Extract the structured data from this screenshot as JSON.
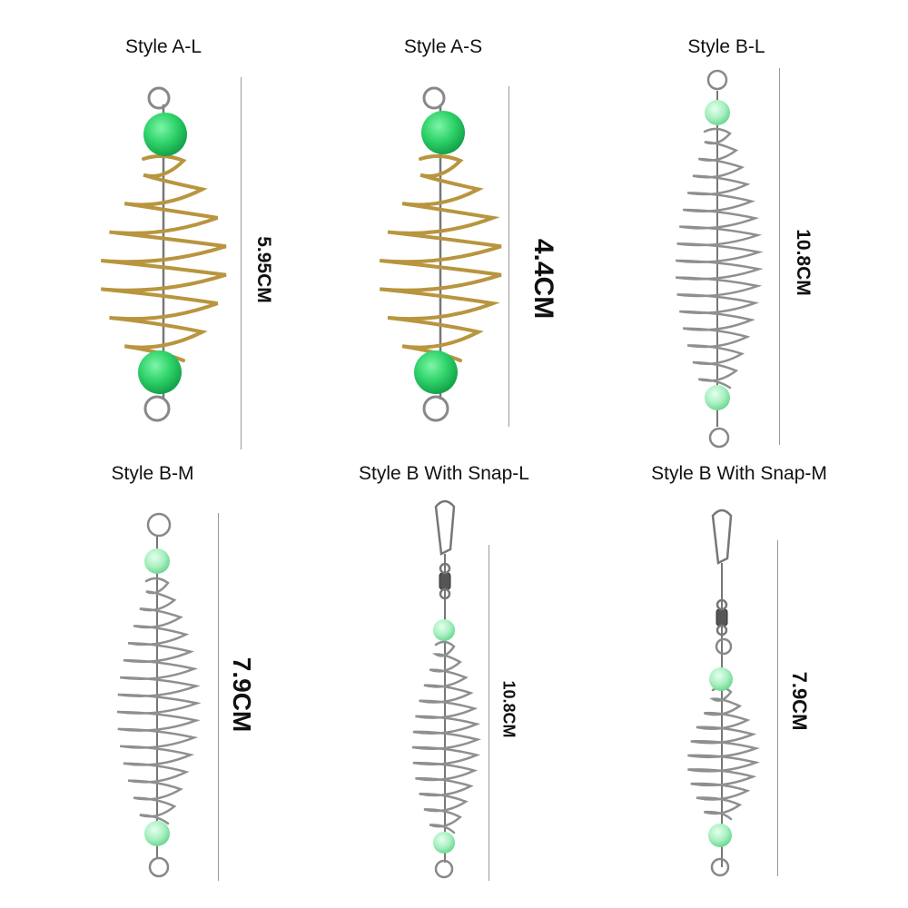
{
  "items": [
    {
      "style": "Style A-L",
      "size": "5.95CM"
    },
    {
      "style": "Style A-S",
      "size": "4.4CM"
    },
    {
      "style": "Style B-L",
      "size": "10.8CM"
    },
    {
      "style": "Style B-M",
      "size": "7.9CM"
    },
    {
      "style": "Style B With Snap-L",
      "size": "10.8CM"
    },
    {
      "style": "Style B With Snap-M",
      "size": "7.9CM"
    }
  ],
  "colors": {
    "bead": "#2fd36a",
    "bead_glow": "#a8f0c0",
    "brass": "#b8953e",
    "steel": "#8f8f8f"
  }
}
